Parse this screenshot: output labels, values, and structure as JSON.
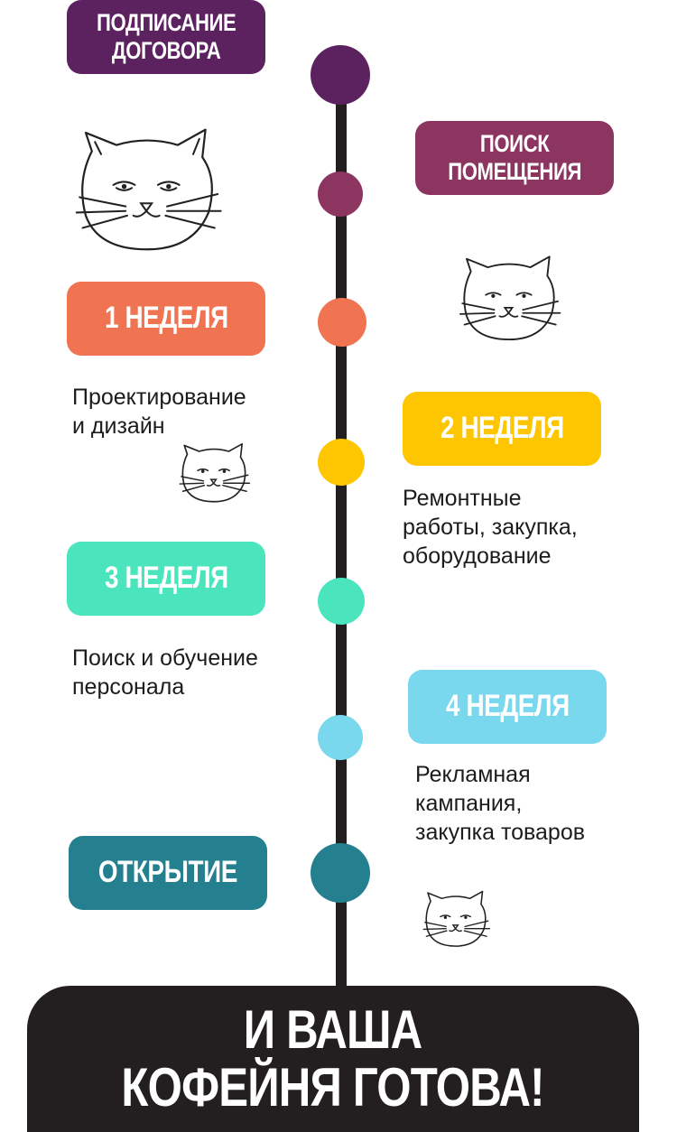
{
  "steps": [
    {
      "label": "ПОДПИСАНИЕ\nДОГОВОРА",
      "color": "#5c2260"
    },
    {
      "label": "ПОИСК\nПОМЕЩЕНИЯ",
      "color": "#8b3560"
    },
    {
      "label": "1 НЕДЕЛЯ",
      "color": "#f07352",
      "desc": "Проектирование\nи дизайн"
    },
    {
      "label": "2 НЕДЕЛЯ",
      "color": "#fec600",
      "desc": "Ремонтные\nработы, закупка,\nоборудование"
    },
    {
      "label": "3 НЕДЕЛЯ",
      "color": "#4ae5bc",
      "desc": "Поиск и обучение\nперсонала"
    },
    {
      "label": "4 НЕДЕЛЯ",
      "color": "#79d7ee",
      "desc": "Рекламная\nкампания,\nзакупка товаров"
    },
    {
      "label": "ОТКРЫТИЕ",
      "color": "#24808f"
    }
  ],
  "final": {
    "line1": "И ВАША",
    "line2": "КОФЕЙНЯ ГОТОВА!"
  },
  "decor": {
    "icon": "cat-face-icon",
    "line_color": "#231f20"
  }
}
